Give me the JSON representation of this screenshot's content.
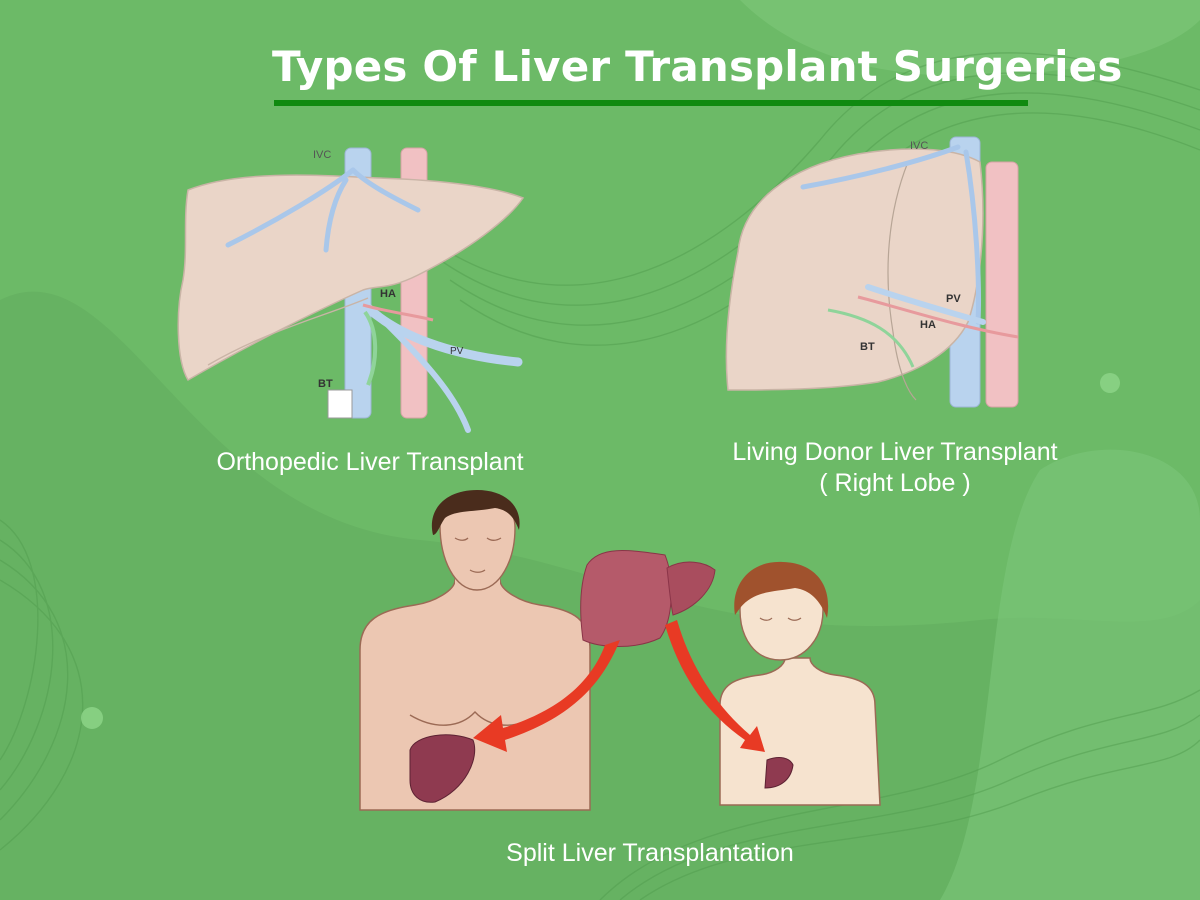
{
  "title": "Types Of Liver Transplant Surgeries",
  "colors": {
    "background": "#6cba67",
    "title_rule": "#108a10",
    "liver_tissue": "#ead5c8",
    "vein_blue": "#b9d3ee",
    "artery_red": "#f1c1c3",
    "bile_green": "#8fd49a",
    "donor_liver": "#b55a6a",
    "arrow_red": "#e83a24"
  },
  "diagrams": [
    {
      "caption": "Orthopedic Liver Transplant",
      "labels": {
        "ivc": "IVC",
        "ha": "HA",
        "pv": "PV",
        "bt": "BT"
      }
    },
    {
      "caption_lines": [
        "Living Donor Liver Transplant",
        "( Right Lobe )"
      ],
      "labels": {
        "ivc": "IVC",
        "pv": "PV",
        "ha": "HA",
        "bt": "BT"
      }
    },
    {
      "caption": "Split Liver Transplantation",
      "figures": [
        "adult-recipient",
        "child-recipient",
        "donor-liver"
      ]
    }
  ]
}
